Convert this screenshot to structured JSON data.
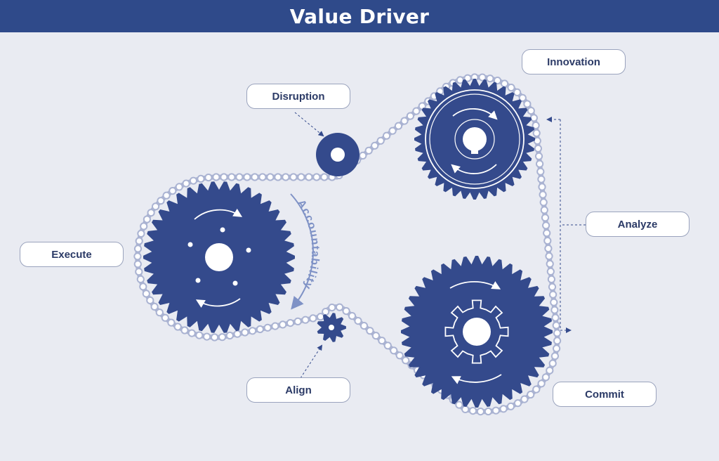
{
  "title": "Value Driver",
  "labels": {
    "innovation": "Innovation",
    "disruption": "Disruption",
    "analyze": "Analyze",
    "execute": "Execute",
    "align": "Align",
    "commit": "Commit"
  },
  "arc_text": "Accountability",
  "colors": {
    "gear": "#344a8c",
    "chain": "#aab3d2",
    "background": "#e9ebf2",
    "title_bar": "#2f4a8a"
  }
}
